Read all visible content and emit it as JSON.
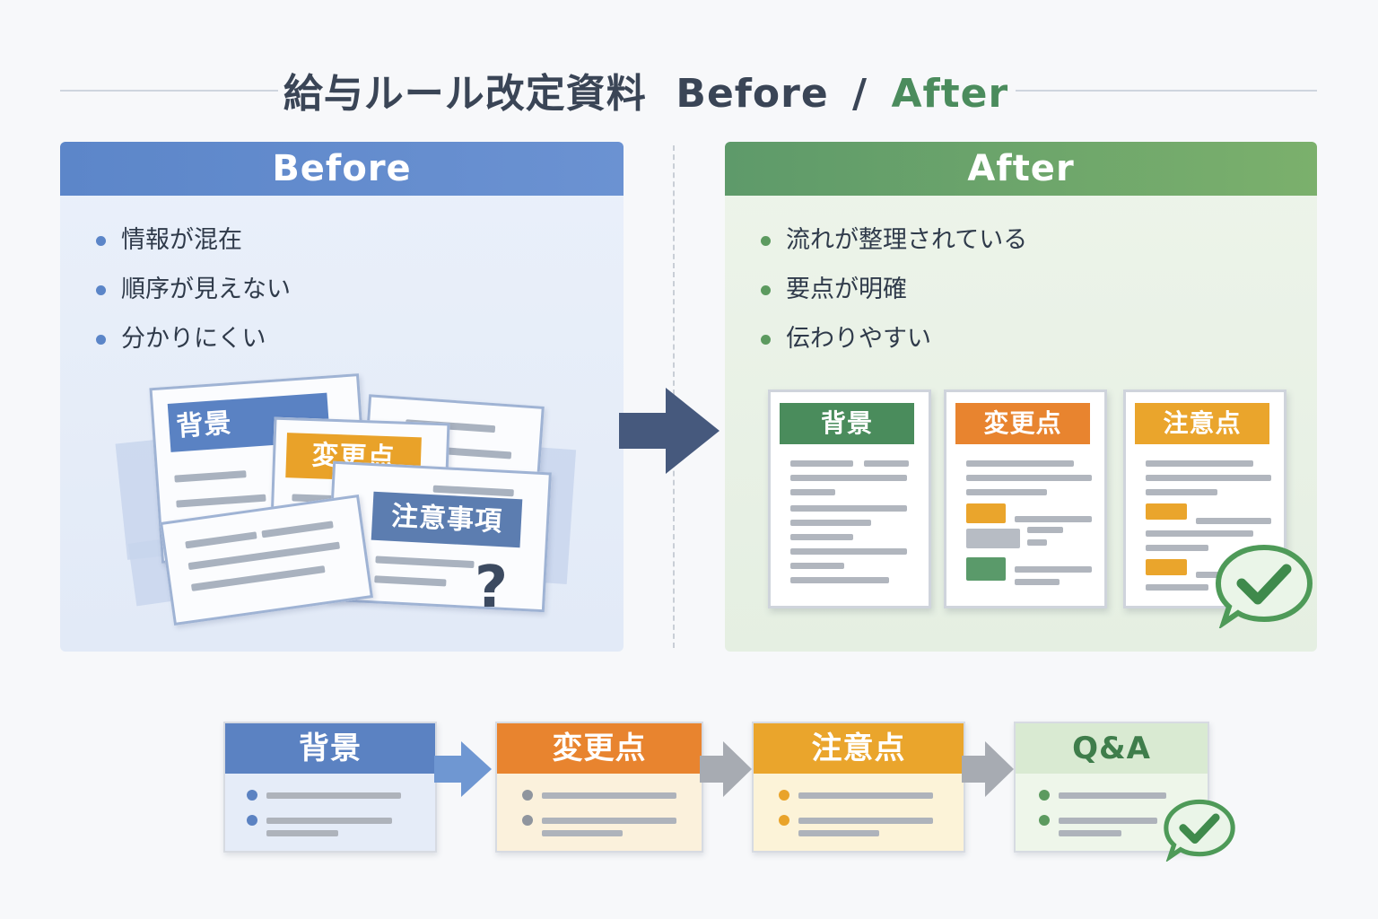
{
  "title": {
    "main": "給与ルール改定資料",
    "before": "Before",
    "separator": "/",
    "after": "After"
  },
  "before_panel": {
    "heading": "Before",
    "bullets": [
      "情報が混在",
      "順序が見えない",
      "分かりにくい"
    ],
    "doc_tags": [
      "背景",
      "変更点",
      "注意事項"
    ],
    "question_mark": "?"
  },
  "after_panel": {
    "heading": "After",
    "bullets": [
      "流れが整理されている",
      "要点が明確",
      "伝わりやすい"
    ],
    "docs": [
      "背景",
      "変更点",
      "注意点"
    ]
  },
  "flow": {
    "steps": [
      {
        "label": "背景",
        "color": "#5b82c2"
      },
      {
        "label": "変更点",
        "color": "#e8842f"
      },
      {
        "label": "注意点",
        "color": "#eaa52c"
      },
      {
        "label": "Q&A",
        "color": "#d9ead2"
      }
    ]
  },
  "colors": {
    "blue": "#5b82c2",
    "green": "#5e9a6a",
    "orange": "#e8842f",
    "amber": "#eaa52c",
    "navy_arrow": "#46597d"
  },
  "icons": [
    "check-bubble-icon",
    "right-arrow-icon",
    "question-mark-icon"
  ]
}
